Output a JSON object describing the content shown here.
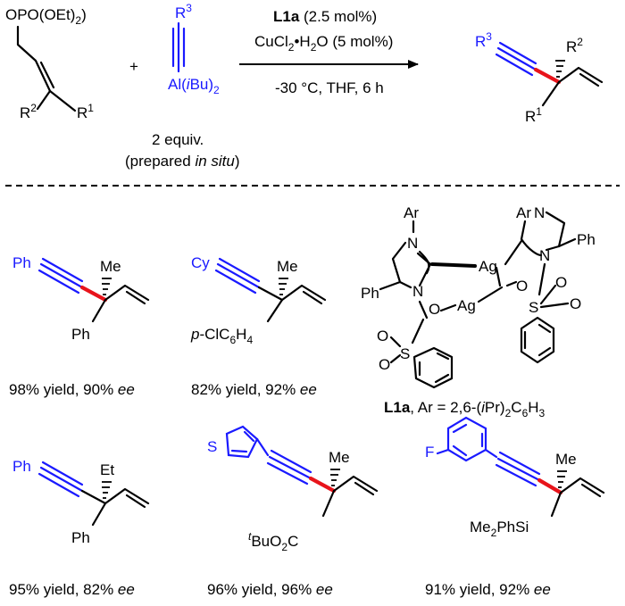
{
  "reaction": {
    "substrate_group": "OPO(OEt)",
    "substrate_sub": "2",
    "r1": "R",
    "r1_sup": "1",
    "r2": "R",
    "r2_sup": "2",
    "plus": "+",
    "reagent_r3": "R",
    "reagent_r3_sup": "3",
    "reagent_al": "Al(",
    "reagent_ibu_i": "i",
    "reagent_bu": "Bu)",
    "reagent_sub": "2",
    "equiv": "2 equiv.",
    "prepared_a": "(prepared ",
    "prepared_b": "in situ",
    "prepared_c": ")",
    "cond_ligand": "L1a",
    "cond_ligand_amt": " (2.5 mol%)",
    "cond_cu_a": "CuCl",
    "cond_cu_sub": "2",
    "cond_cu_b": "•H",
    "cond_cu_sub2": "2",
    "cond_cu_c": "O (5 mol%)",
    "cond_temp": "-30 °C, THF, 6 h",
    "product_r3": "R",
    "product_r3_sup": "3",
    "product_r2": "R",
    "product_r2_sup": "2",
    "product_r1": "R",
    "product_r1_sup": "1"
  },
  "examples": [
    {
      "alkyne": "Ph",
      "quat": "Me",
      "aryl": "Ph",
      "yield": "98% yield, 90% ",
      "ee": "ee"
    },
    {
      "alkyne": "Cy",
      "quat": "Me",
      "aryl_a": "p",
      "aryl_b": "-ClC",
      "aryl_sub1": "6",
      "aryl_c": "H",
      "aryl_sub2": "4",
      "yield": "82% yield, 92% ",
      "ee": "ee"
    },
    {
      "alkyne": "Ph",
      "quat": "Et",
      "aryl": "Ph",
      "yield": "95% yield, 82% ",
      "ee": "ee"
    },
    {
      "ring_atom": "S",
      "quat": "Me",
      "ester_sup": "t",
      "ester_a": "BuO",
      "ester_sub": "2",
      "ester_b": "C",
      "yield": "96% yield, 96% ",
      "ee": "ee"
    },
    {
      "ring_atom": "F",
      "quat": "Me",
      "silyl_a": "Me",
      "silyl_sub": "2",
      "silyl_b": "PhSi",
      "yield": "91% yield, 92% ",
      "ee": "ee"
    }
  ],
  "ligand": {
    "ar": "Ar",
    "n": "N",
    "ag": "Ag",
    "o": "O",
    "s": "S",
    "ph": "Ph",
    "caption_name": "L1a",
    "caption_a": ", Ar = 2,6-(",
    "caption_i": "i",
    "caption_b": "Pr)",
    "caption_sub1": "2",
    "caption_c": "C",
    "caption_sub2": "6",
    "caption_d": "H",
    "caption_sub3": "3"
  },
  "colors": {
    "alkyne_blue": "#1a1aff",
    "new_bond_red": "#e8141b",
    "black": "#000000"
  }
}
